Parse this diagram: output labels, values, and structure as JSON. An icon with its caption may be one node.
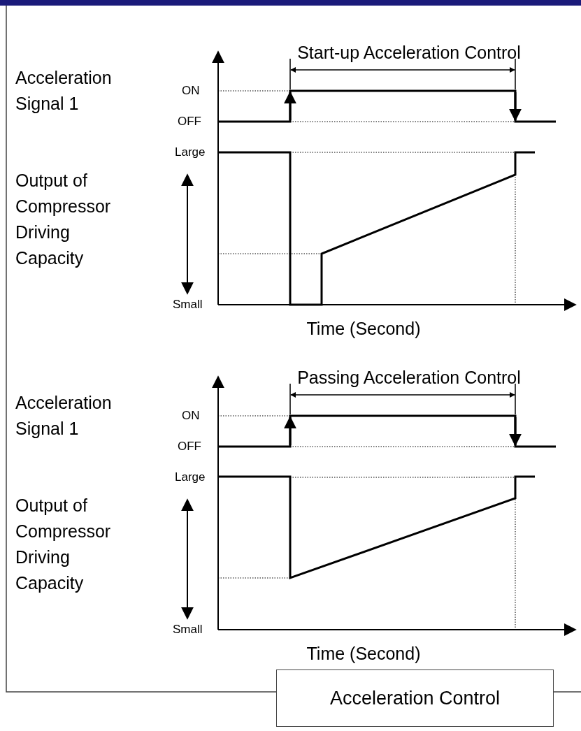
{
  "diagram": {
    "nodes": [
      {
        "text": [
          "Acceleration Control"
        ]
      }
    ],
    "edges": [],
    "labels": [
      "Start-up Acceleration Control",
      "Acceleration Signal 1",
      "ON",
      "OFF",
      "Large",
      "Output of Compressor Driving Capacity",
      "Small",
      "Time (Second)",
      "Passing Acceleration Control",
      "Acceleration Signal 1",
      "ON",
      "OFF",
      "Large",
      "Output of Compressor Driving Capacity",
      "Small",
      "Time (Second)"
    ]
  }
}
